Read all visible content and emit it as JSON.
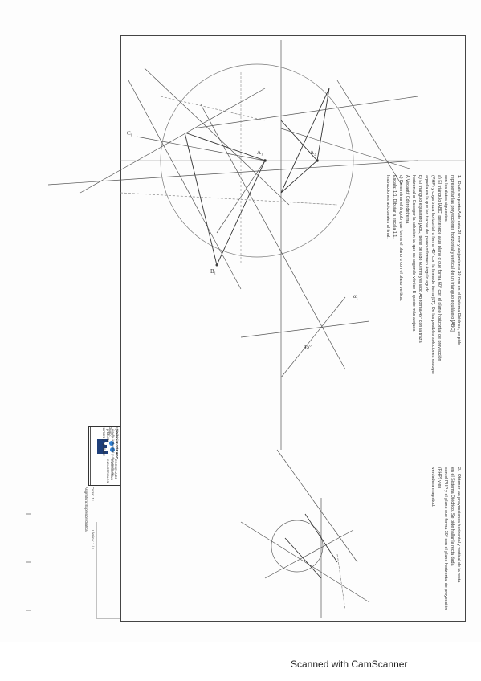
{
  "statement_1": {
    "line_1": "1.- Dado un punto A de cota 25 mm y alejamiento 10 mm en el Sistema Diédrico, se pide",
    "line_2": "representar las proyecciones horizontal y vertical de un triángulo equilátero [ABC],",
    "line_3": "con los datos siguientes:",
    "line_4": "a) El triángulo [ABC] pertenece a un plano α que forma 60° con el plano horizontal de proyección",
    "line_5": "(PHP) y cuya traza horizontal α forma 45° con la línea de tierra (LT). De las posibles soluciones escoger",
    "line_6": "aquella en la que las trazas del plano α formen ángulo agudo.",
    "line_7": "b) El triángulo equilátero [ABC] tiene de lado 60 mm y el lado AB forma 45° con la traza",
    "line_8": "horizontal α. Escoger la solución tal que su segundo vértice B quede más alejado.",
    "line_9": "A Vedagtif Cderedetrema",
    "line_10": "c) Determinar el ángulo que forma el plano α con el plano vertical.",
    "line_11": "Escala: 1:1. Dibujar a escala 1:1.",
    "line_12": "Instrucciones adicionales al final."
  },
  "statement_2": {
    "line_1": "2.- Obtener las proyecciones horizontal y vertical de la recta",
    "line_2": "en el Sistema Diédrico. Se pide hallar la recta dada",
    "line_3": "con el PHP y el plano que forma 30° con el plano horizontal de proyección (PHP) y en",
    "line_4": "verdadera magnitud."
  },
  "title_block": {
    "school_line_1": "ESCUELA DE",
    "school_line_2": "INGENIERÍAS",
    "school_line_3": "INDUSTRIALES",
    "degree_label": "Titulación: GRADO",
    "degree_value": "diseño industrial y desarrollo de producto",
    "subject_label": "Asignatura:",
    "subject_value": "Expresión Gráfica",
    "course_label": "Curso:",
    "course_value": "1º",
    "sheet_label": "Lámina:",
    "sheet_value": "1 / 1",
    "name_label": "Nombre y Apellidos:",
    "name_value": "",
    "group_label": "Grupo:",
    "group_value": "",
    "exercise_label": "Ejercicio:",
    "exercise_value": "1 3 / 1 5"
  },
  "drawing_labels": {
    "angle": "45°",
    "alpha_h": "α₁",
    "point_a1": "A₁",
    "point_a2": "A₂",
    "point_b": "B₁",
    "point_c": "C₁"
  },
  "footer": {
    "watermark": "Scanned with CamScanner"
  }
}
